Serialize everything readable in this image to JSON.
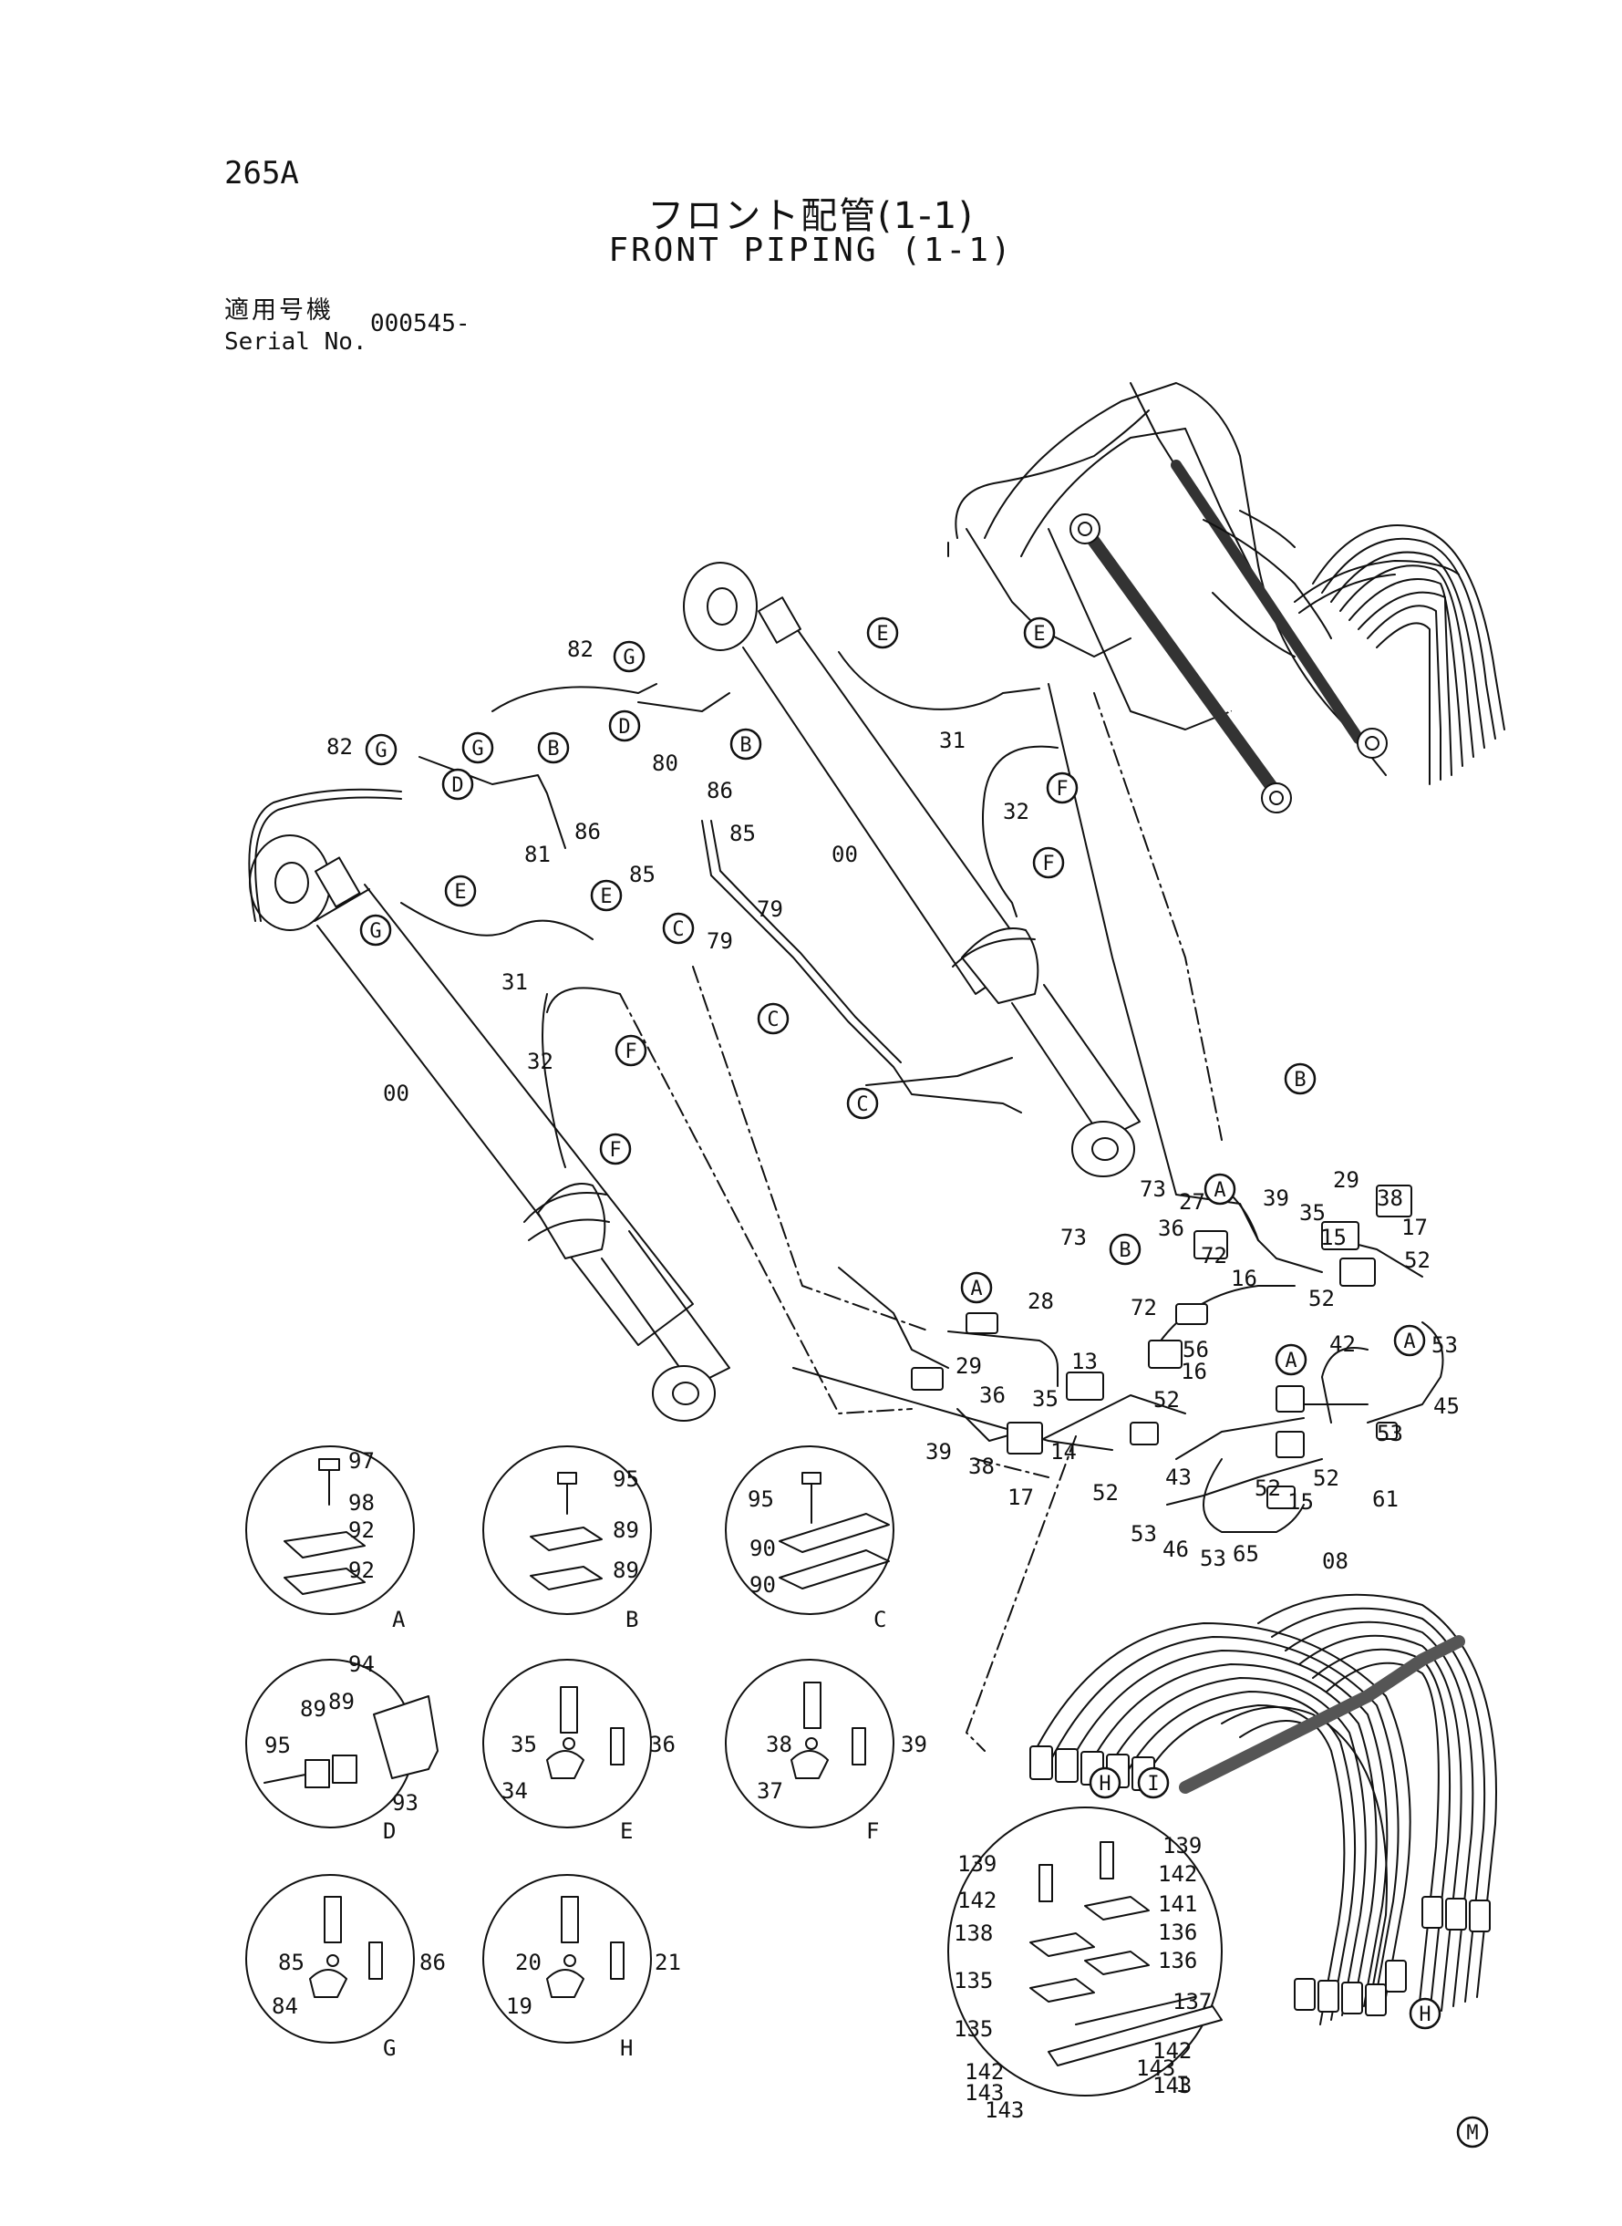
{
  "header": {
    "page_number": "265A",
    "title_jp": "フロント配管(1-1)",
    "title_en": "FRONT PIPING (1-1)",
    "serial_label_jp": "適用号機",
    "serial_label_en": "Serial No.",
    "serial_value": "000545-"
  },
  "markers": [
    {
      "id": "g1",
      "label": "G"
    },
    {
      "id": "g2",
      "label": "G"
    },
    {
      "id": "g3",
      "label": "G"
    },
    {
      "id": "g4",
      "label": "G"
    },
    {
      "id": "d1",
      "label": "D"
    },
    {
      "id": "d2",
      "label": "D"
    },
    {
      "id": "b1",
      "label": "B"
    },
    {
      "id": "b2",
      "label": "B"
    },
    {
      "id": "b3",
      "label": "B"
    },
    {
      "id": "b4",
      "label": "B"
    },
    {
      "id": "e1",
      "label": "E"
    },
    {
      "id": "e2",
      "label": "E"
    },
    {
      "id": "e3",
      "label": "E"
    },
    {
      "id": "e4",
      "label": "E"
    },
    {
      "id": "f1",
      "label": "F"
    },
    {
      "id": "f2",
      "label": "F"
    },
    {
      "id": "f3",
      "label": "F"
    },
    {
      "id": "f4",
      "label": "F"
    },
    {
      "id": "c1",
      "label": "C"
    },
    {
      "id": "c2",
      "label": "C"
    },
    {
      "id": "c3",
      "label": "C"
    },
    {
      "id": "a1",
      "label": "A"
    },
    {
      "id": "a2",
      "label": "A"
    },
    {
      "id": "a3",
      "label": "A"
    },
    {
      "id": "a4",
      "label": "A"
    },
    {
      "id": "h1",
      "label": "H"
    },
    {
      "id": "h2",
      "label": "H"
    },
    {
      "id": "i1",
      "label": "I"
    },
    {
      "id": "m1",
      "label": "M"
    }
  ],
  "part_labels": [
    {
      "id": "p82a",
      "text": "82"
    },
    {
      "id": "p82b",
      "text": "82"
    },
    {
      "id": "p80",
      "text": "80"
    },
    {
      "id": "p86a",
      "text": "86"
    },
    {
      "id": "p86b",
      "text": "86"
    },
    {
      "id": "p85a",
      "text": "85"
    },
    {
      "id": "p85b",
      "text": "85"
    },
    {
      "id": "p81",
      "text": "81"
    },
    {
      "id": "p79a",
      "text": "79"
    },
    {
      "id": "p79b",
      "text": "79"
    },
    {
      "id": "p31a",
      "text": "31"
    },
    {
      "id": "p31b",
      "text": "31"
    },
    {
      "id": "p32a",
      "text": "32"
    },
    {
      "id": "p32b",
      "text": "32"
    },
    {
      "id": "p00a",
      "text": "00"
    },
    {
      "id": "p00b",
      "text": "00"
    },
    {
      "id": "p73a",
      "text": "73"
    },
    {
      "id": "p73b",
      "text": "73"
    },
    {
      "id": "p27",
      "text": "27"
    },
    {
      "id": "p29a",
      "text": "29"
    },
    {
      "id": "p29b",
      "text": "29"
    },
    {
      "id": "p38a",
      "text": "38"
    },
    {
      "id": "p38b",
      "text": "38"
    },
    {
      "id": "p17a",
      "text": "17"
    },
    {
      "id": "p17b",
      "text": "17"
    },
    {
      "id": "p39a",
      "text": "39"
    },
    {
      "id": "p39b",
      "text": "39"
    },
    {
      "id": "p35a",
      "text": "35"
    },
    {
      "id": "p35b",
      "text": "35"
    },
    {
      "id": "p36a",
      "text": "36"
    },
    {
      "id": "p36b",
      "text": "36"
    },
    {
      "id": "p15a",
      "text": "15"
    },
    {
      "id": "p15b",
      "text": "15"
    },
    {
      "id": "p72a",
      "text": "72"
    },
    {
      "id": "p72b",
      "text": "72"
    },
    {
      "id": "p16a",
      "text": "16"
    },
    {
      "id": "p16b",
      "text": "16"
    },
    {
      "id": "p56",
      "text": "56"
    },
    {
      "id": "p28",
      "text": "28"
    },
    {
      "id": "p13",
      "text": "13"
    },
    {
      "id": "p14",
      "text": "14"
    },
    {
      "id": "p52a",
      "text": "52"
    },
    {
      "id": "p52b",
      "text": "52"
    },
    {
      "id": "p52c",
      "text": "52"
    },
    {
      "id": "p52d",
      "text": "52"
    },
    {
      "id": "p52e",
      "text": "52"
    },
    {
      "id": "p52f",
      "text": "52"
    },
    {
      "id": "p42",
      "text": "42"
    },
    {
      "id": "p53a",
      "text": "53"
    },
    {
      "id": "p53b",
      "text": "53"
    },
    {
      "id": "p53c",
      "text": "53"
    },
    {
      "id": "p53d",
      "text": "53"
    },
    {
      "id": "p45",
      "text": "45"
    },
    {
      "id": "p61",
      "text": "61"
    },
    {
      "id": "p43",
      "text": "43"
    },
    {
      "id": "p46",
      "text": "46"
    },
    {
      "id": "p65",
      "text": "65"
    },
    {
      "id": "p08",
      "text": "08"
    }
  ],
  "details": {
    "A": {
      "caption": "A",
      "labels": [
        {
          "id": "a97",
          "text": "97"
        },
        {
          "id": "a98",
          "text": "98"
        },
        {
          "id": "a92a",
          "text": "92"
        },
        {
          "id": "a92b",
          "text": "92"
        }
      ]
    },
    "B": {
      "caption": "B",
      "labels": [
        {
          "id": "b95",
          "text": "95"
        },
        {
          "id": "b89a",
          "text": "89"
        },
        {
          "id": "b89b",
          "text": "89"
        }
      ]
    },
    "C": {
      "caption": "C",
      "labels": [
        {
          "id": "c95",
          "text": "95"
        },
        {
          "id": "c90a",
          "text": "90"
        },
        {
          "id": "c90b",
          "text": "90"
        }
      ]
    },
    "D": {
      "caption": "D",
      "labels": [
        {
          "id": "d94",
          "text": "94"
        },
        {
          "id": "d89a",
          "text": "89"
        },
        {
          "id": "d89b",
          "text": "89"
        },
        {
          "id": "d95",
          "text": "95"
        },
        {
          "id": "d93",
          "text": "93"
        }
      ]
    },
    "E": {
      "caption": "E",
      "labels": [
        {
          "id": "e35",
          "text": "35"
        },
        {
          "id": "e36",
          "text": "36"
        },
        {
          "id": "e34",
          "text": "34"
        }
      ]
    },
    "F": {
      "caption": "F",
      "labels": [
        {
          "id": "f38",
          "text": "38"
        },
        {
          "id": "f39",
          "text": "39"
        },
        {
          "id": "f37",
          "text": "37"
        }
      ]
    },
    "G": {
      "caption": "G",
      "labels": [
        {
          "id": "g85",
          "text": "85"
        },
        {
          "id": "g86",
          "text": "86"
        },
        {
          "id": "g84",
          "text": "84"
        }
      ]
    },
    "H": {
      "caption": "H",
      "labels": [
        {
          "id": "h20",
          "text": "20"
        },
        {
          "id": "h21",
          "text": "21"
        },
        {
          "id": "h19",
          "text": "19"
        }
      ]
    },
    "I": {
      "caption": "I",
      "labels": [
        {
          "id": "i139a",
          "text": "139"
        },
        {
          "id": "i139b",
          "text": "139"
        },
        {
          "id": "i142a",
          "text": "142"
        },
        {
          "id": "i142b",
          "text": "142"
        },
        {
          "id": "i141",
          "text": "141"
        },
        {
          "id": "i138",
          "text": "138"
        },
        {
          "id": "i136a",
          "text": "136"
        },
        {
          "id": "i136b",
          "text": "136"
        },
        {
          "id": "i135a",
          "text": "135"
        },
        {
          "id": "i135b",
          "text": "135"
        },
        {
          "id": "i137",
          "text": "137"
        },
        {
          "id": "i142c",
          "text": "142"
        },
        {
          "id": "i143a",
          "text": "143"
        },
        {
          "id": "i143b",
          "text": "143"
        },
        {
          "id": "i142d",
          "text": "142"
        },
        {
          "id": "i143c",
          "text": "143"
        },
        {
          "id": "i143d",
          "text": "143"
        }
      ]
    }
  }
}
